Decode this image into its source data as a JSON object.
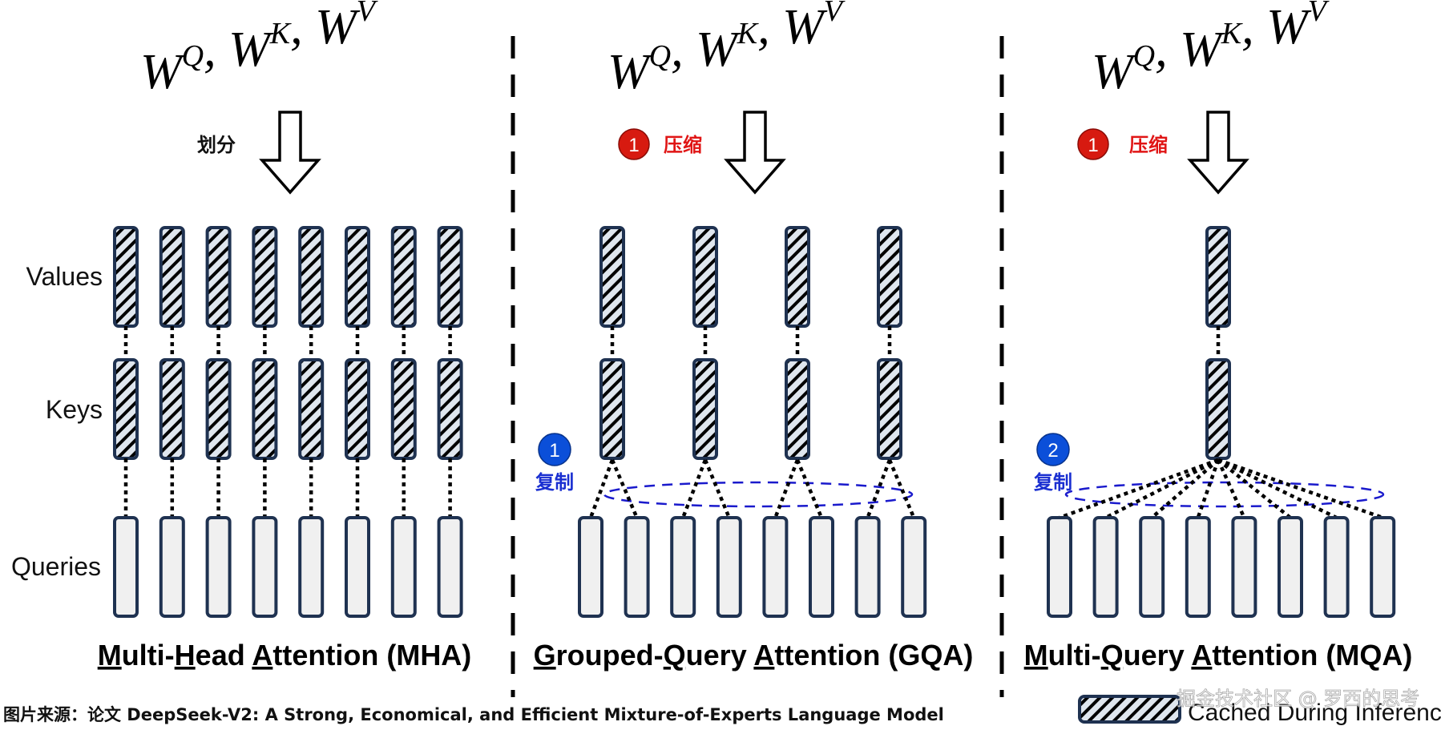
{
  "diagram": {
    "colors": {
      "bar_stroke": "#1f3251",
      "bar_fill_query": "#f0f0f0",
      "bar_fill_cached": "#dfe6ee",
      "hatch": "#000000",
      "connector": "#000000",
      "group_ellipse": "#1a1acc",
      "badge_red": "#d71a10",
      "badge_blue": "#0b4fd9",
      "label_red": "#e01515",
      "label_blue": "#1a2fd1"
    },
    "row_labels": {
      "values": "Values",
      "keys": "Keys",
      "queries": "Queries"
    },
    "formula": {
      "base": "W",
      "q": "Q",
      "k": "K",
      "v": "V",
      "separator": ","
    },
    "panels": [
      {
        "id": "mha",
        "title_parts": [
          {
            "text": "M",
            "underline": true
          },
          {
            "text": "ulti-",
            "underline": false
          },
          {
            "text": "H",
            "underline": true
          },
          {
            "text": "ead ",
            "underline": false
          },
          {
            "text": "A",
            "underline": true
          },
          {
            "text": "ttention (MHA)",
            "underline": false
          }
        ],
        "step_badge": null,
        "step_label": "划分",
        "kv_heads": 8,
        "query_heads": 8,
        "replicate_badge": null,
        "replicate_label": null
      },
      {
        "id": "gqa",
        "title_parts": [
          {
            "text": "G",
            "underline": true
          },
          {
            "text": "rouped-",
            "underline": false
          },
          {
            "text": "Q",
            "underline": true
          },
          {
            "text": "uery ",
            "underline": false
          },
          {
            "text": "A",
            "underline": true
          },
          {
            "text": "ttention (GQA)",
            "underline": false
          }
        ],
        "step_badge": "1",
        "step_label": "压缩",
        "kv_heads": 4,
        "query_heads": 8,
        "replicate_badge": "1",
        "replicate_label": "复制"
      },
      {
        "id": "mqa",
        "title_parts": [
          {
            "text": "M",
            "underline": true
          },
          {
            "text": "ulti-",
            "underline": false
          },
          {
            "text": "Q",
            "underline": true
          },
          {
            "text": "uery ",
            "underline": false
          },
          {
            "text": "A",
            "underline": true
          },
          {
            "text": "ttention (MQA)",
            "underline": false
          }
        ],
        "step_badge": "1",
        "step_label": "压缩",
        "kv_heads": 1,
        "query_heads": 8,
        "replicate_badge": "2",
        "replicate_label": "复制"
      }
    ],
    "footer": {
      "source": "图片来源：论文 DeepSeek-V2: A Strong, Economical, and Efficient Mixture-of-Experts Language Model",
      "legend_label": "Cached During Inference",
      "watermark": "掘金技术社区 @ 罗西的思考"
    }
  }
}
